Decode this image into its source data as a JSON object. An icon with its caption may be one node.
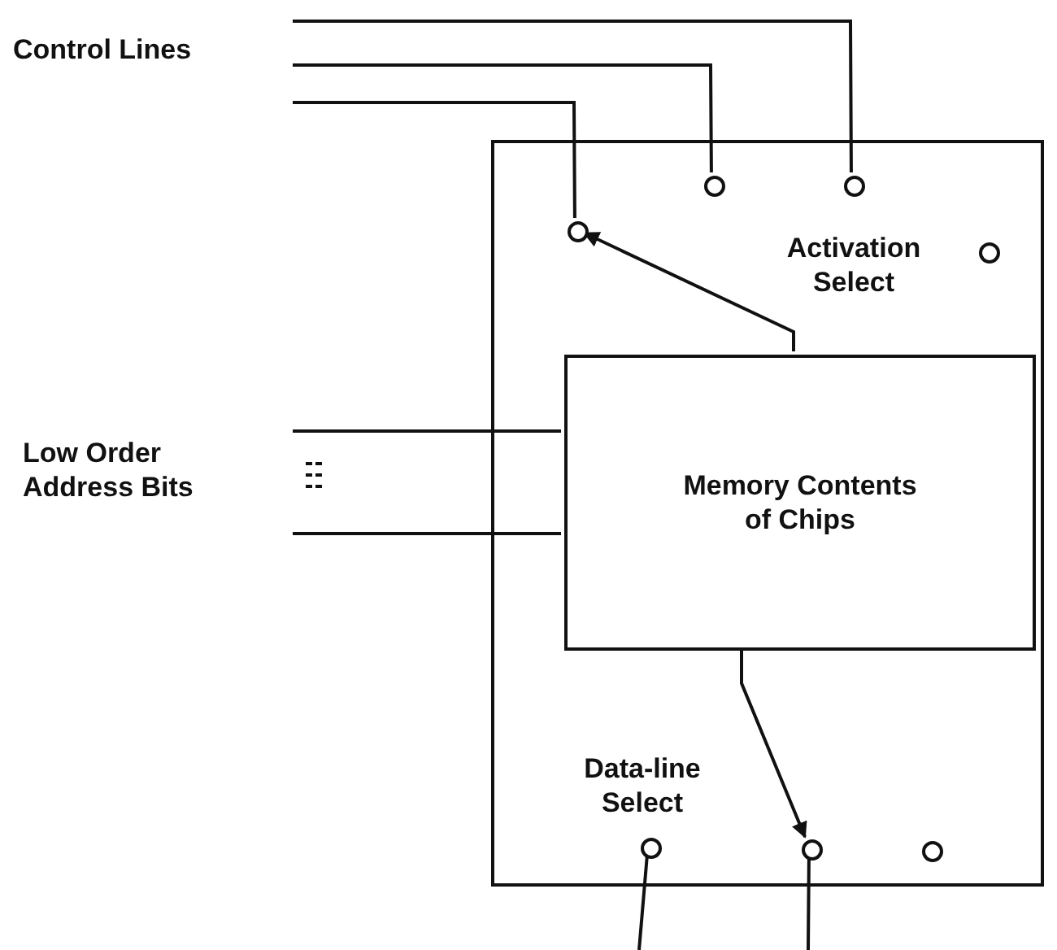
{
  "diagram": {
    "nodes": [
      {
        "text": [
          "Control Lines"
        ]
      },
      {
        "text": [],
        "shape": "box"
      },
      {
        "text": [],
        "shape": "circle",
        "in": 1
      },
      {
        "text": [],
        "shape": "circle",
        "in": 1
      },
      {
        "text": [],
        "shape": "circle",
        "in": 1
      },
      {
        "text": [],
        "shape": "circle",
        "in": 1
      },
      {
        "text": [
          "Low Order Address Bits"
        ]
      },
      {
        "text": [
          "Memory Contents of Chips"
        ],
        "in": 1
      },
      {
        "text": [],
        "shape": "circle",
        "in": 1
      },
      {
        "text": [],
        "shape": "circle",
        "in": 1
      },
      {
        "text": [],
        "shape": "circle",
        "in": 1
      }
    ],
    "edges": [
      {
        "from": 0,
        "to": 3,
        "arrow": "none"
      },
      {
        "from": 0,
        "to": 2,
        "arrow": "none"
      },
      {
        "from": 0,
        "to": 4,
        "arrow": "none"
      },
      {
        "from": 6,
        "to": 7,
        "arrow": "none"
      },
      {
        "from": 6,
        "to": 7,
        "arrow": "none"
      },
      {
        "from": 7,
        "to": 4,
        "arrow": "to"
      },
      {
        "from": 7,
        "to": 9,
        "arrow": "to"
      },
      {
        "from": 8,
        "to": null,
        "arrow": "none"
      },
      {
        "from": 9,
        "to": null,
        "arrow": "none"
      }
    ],
    "labels": [
      "Activation Select",
      "Data-line Select"
    ]
  }
}
